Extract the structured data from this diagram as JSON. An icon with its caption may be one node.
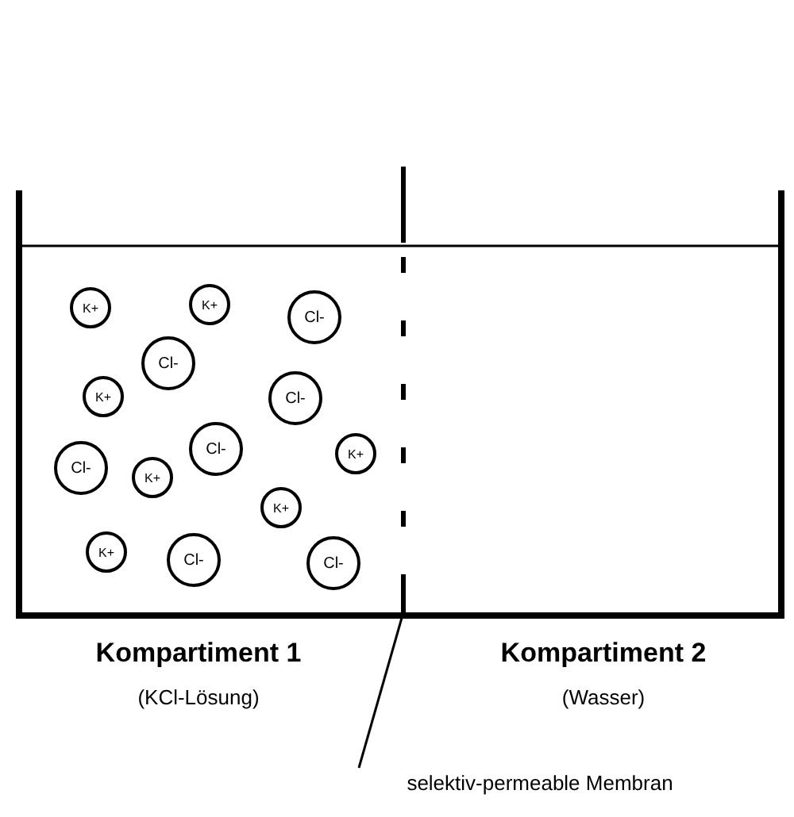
{
  "diagram": {
    "nodes": [
      {
        "text": [
          "K+"
        ]
      },
      {
        "text": [
          "K+"
        ]
      },
      {
        "text": [
          "Cl-"
        ]
      },
      {
        "text": [
          "Cl-"
        ]
      },
      {
        "text": [
          "K+"
        ]
      },
      {
        "text": [
          "Cl-"
        ]
      },
      {
        "text": [
          "Cl-"
        ]
      },
      {
        "text": [
          "K+"
        ]
      },
      {
        "text": [
          "Cl-"
        ]
      },
      {
        "text": [
          "K+"
        ]
      },
      {
        "text": [
          "K+"
        ]
      },
      {
        "text": [
          "K+"
        ]
      },
      {
        "text": [
          "Cl-"
        ]
      },
      {
        "text": [
          "Cl-"
        ]
      },
      {
        "text": [],
        "shape": "bar"
      },
      {
        "text": [
          "selektiv-permeable Membran"
        ]
      }
    ],
    "edges": [
      {
        "from": 15,
        "to": 14,
        "arrow": "none"
      }
    ],
    "labels": [
      "Kompartiment 1",
      "(KCl-Lösung)",
      "Kompartiment 2",
      "(Wasser)"
    ]
  }
}
